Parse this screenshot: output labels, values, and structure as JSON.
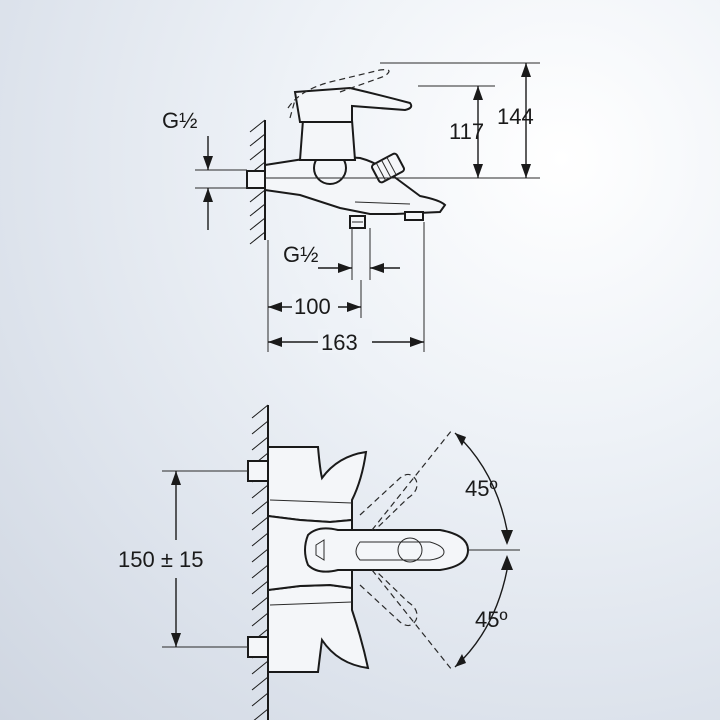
{
  "side_view": {
    "thread_inlet_label": "G½",
    "thread_outlet_label": "G½",
    "dim_117": "117",
    "dim_144": "144",
    "dim_100": "100",
    "dim_163": "163"
  },
  "top_view": {
    "dim_spacing": "150 ± 15",
    "angle_upper": "45º",
    "angle_lower": "45º"
  }
}
